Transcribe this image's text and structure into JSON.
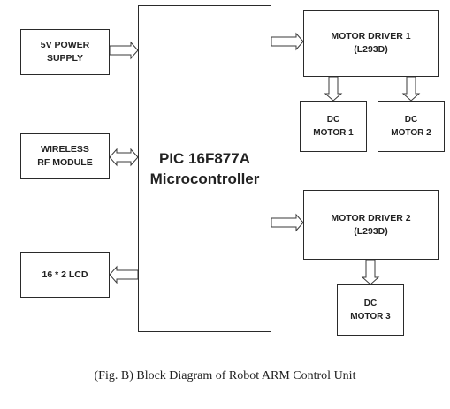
{
  "diagram": {
    "blocks": {
      "power_supply": {
        "lines": [
          "5V POWER",
          "SUPPLY"
        ]
      },
      "rf_module": {
        "lines": [
          "WIRELESS",
          "RF MODULE"
        ]
      },
      "lcd": {
        "lines": [
          "16 * 2 LCD"
        ]
      },
      "microcontroller": {
        "lines": [
          "PIC 16F877A",
          "Microcontroller"
        ]
      },
      "motor_driver_1": {
        "lines": [
          "MOTOR DRIVER 1",
          "(L293D)"
        ]
      },
      "motor_driver_2": {
        "lines": [
          "MOTOR DRIVER 2",
          "(L293D)"
        ]
      },
      "dc_motor_1": {
        "lines": [
          "DC",
          "MOTOR 1"
        ]
      },
      "dc_motor_2": {
        "lines": [
          "DC",
          "MOTOR 2"
        ]
      },
      "dc_motor_3": {
        "lines": [
          "DC",
          "MOTOR 3"
        ]
      }
    },
    "connections": [
      {
        "from": "power_supply",
        "to": "microcontroller",
        "direction": "forward"
      },
      {
        "from": "rf_module",
        "to": "microcontroller",
        "direction": "both"
      },
      {
        "from": "microcontroller",
        "to": "lcd",
        "direction": "forward"
      },
      {
        "from": "microcontroller",
        "to": "motor_driver_1",
        "direction": "forward"
      },
      {
        "from": "microcontroller",
        "to": "motor_driver_2",
        "direction": "forward"
      },
      {
        "from": "motor_driver_1",
        "to": "dc_motor_1",
        "direction": "forward"
      },
      {
        "from": "motor_driver_1",
        "to": "dc_motor_2",
        "direction": "forward"
      },
      {
        "from": "motor_driver_2",
        "to": "dc_motor_3",
        "direction": "forward"
      }
    ],
    "caption": "(Fig. B) Block Diagram of Robot ARM Control Unit"
  }
}
